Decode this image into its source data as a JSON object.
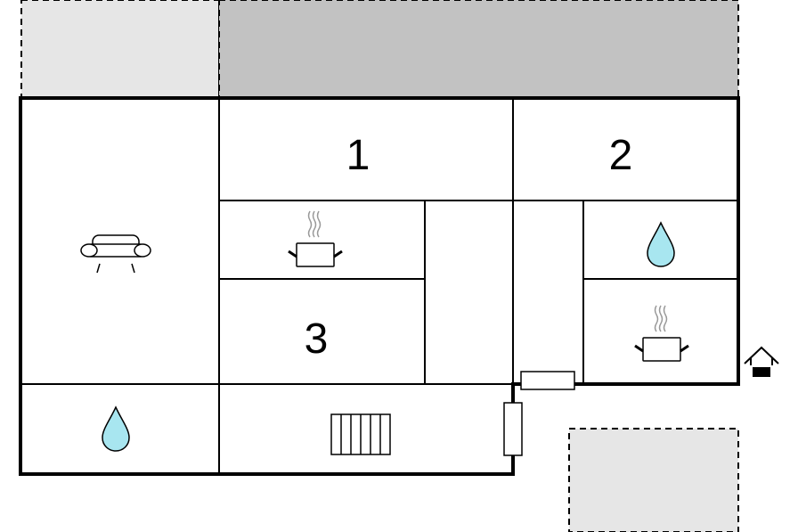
{
  "floorplan": {
    "rooms": [
      {
        "label": "1"
      },
      {
        "label": "2"
      },
      {
        "label": "3"
      }
    ],
    "icons": [
      "sofa-icon",
      "kitchen-pot-icon",
      "kitchen-pot-icon",
      "water-drop-icon",
      "water-drop-icon",
      "radiator-icon",
      "entrance-house-icon"
    ],
    "colors": {
      "wall": "#000000",
      "terrace_dark": "#c2c2c2",
      "terrace_light": "#e6e6e6",
      "water": "#a8e6f0",
      "background": "#ffffff"
    }
  }
}
